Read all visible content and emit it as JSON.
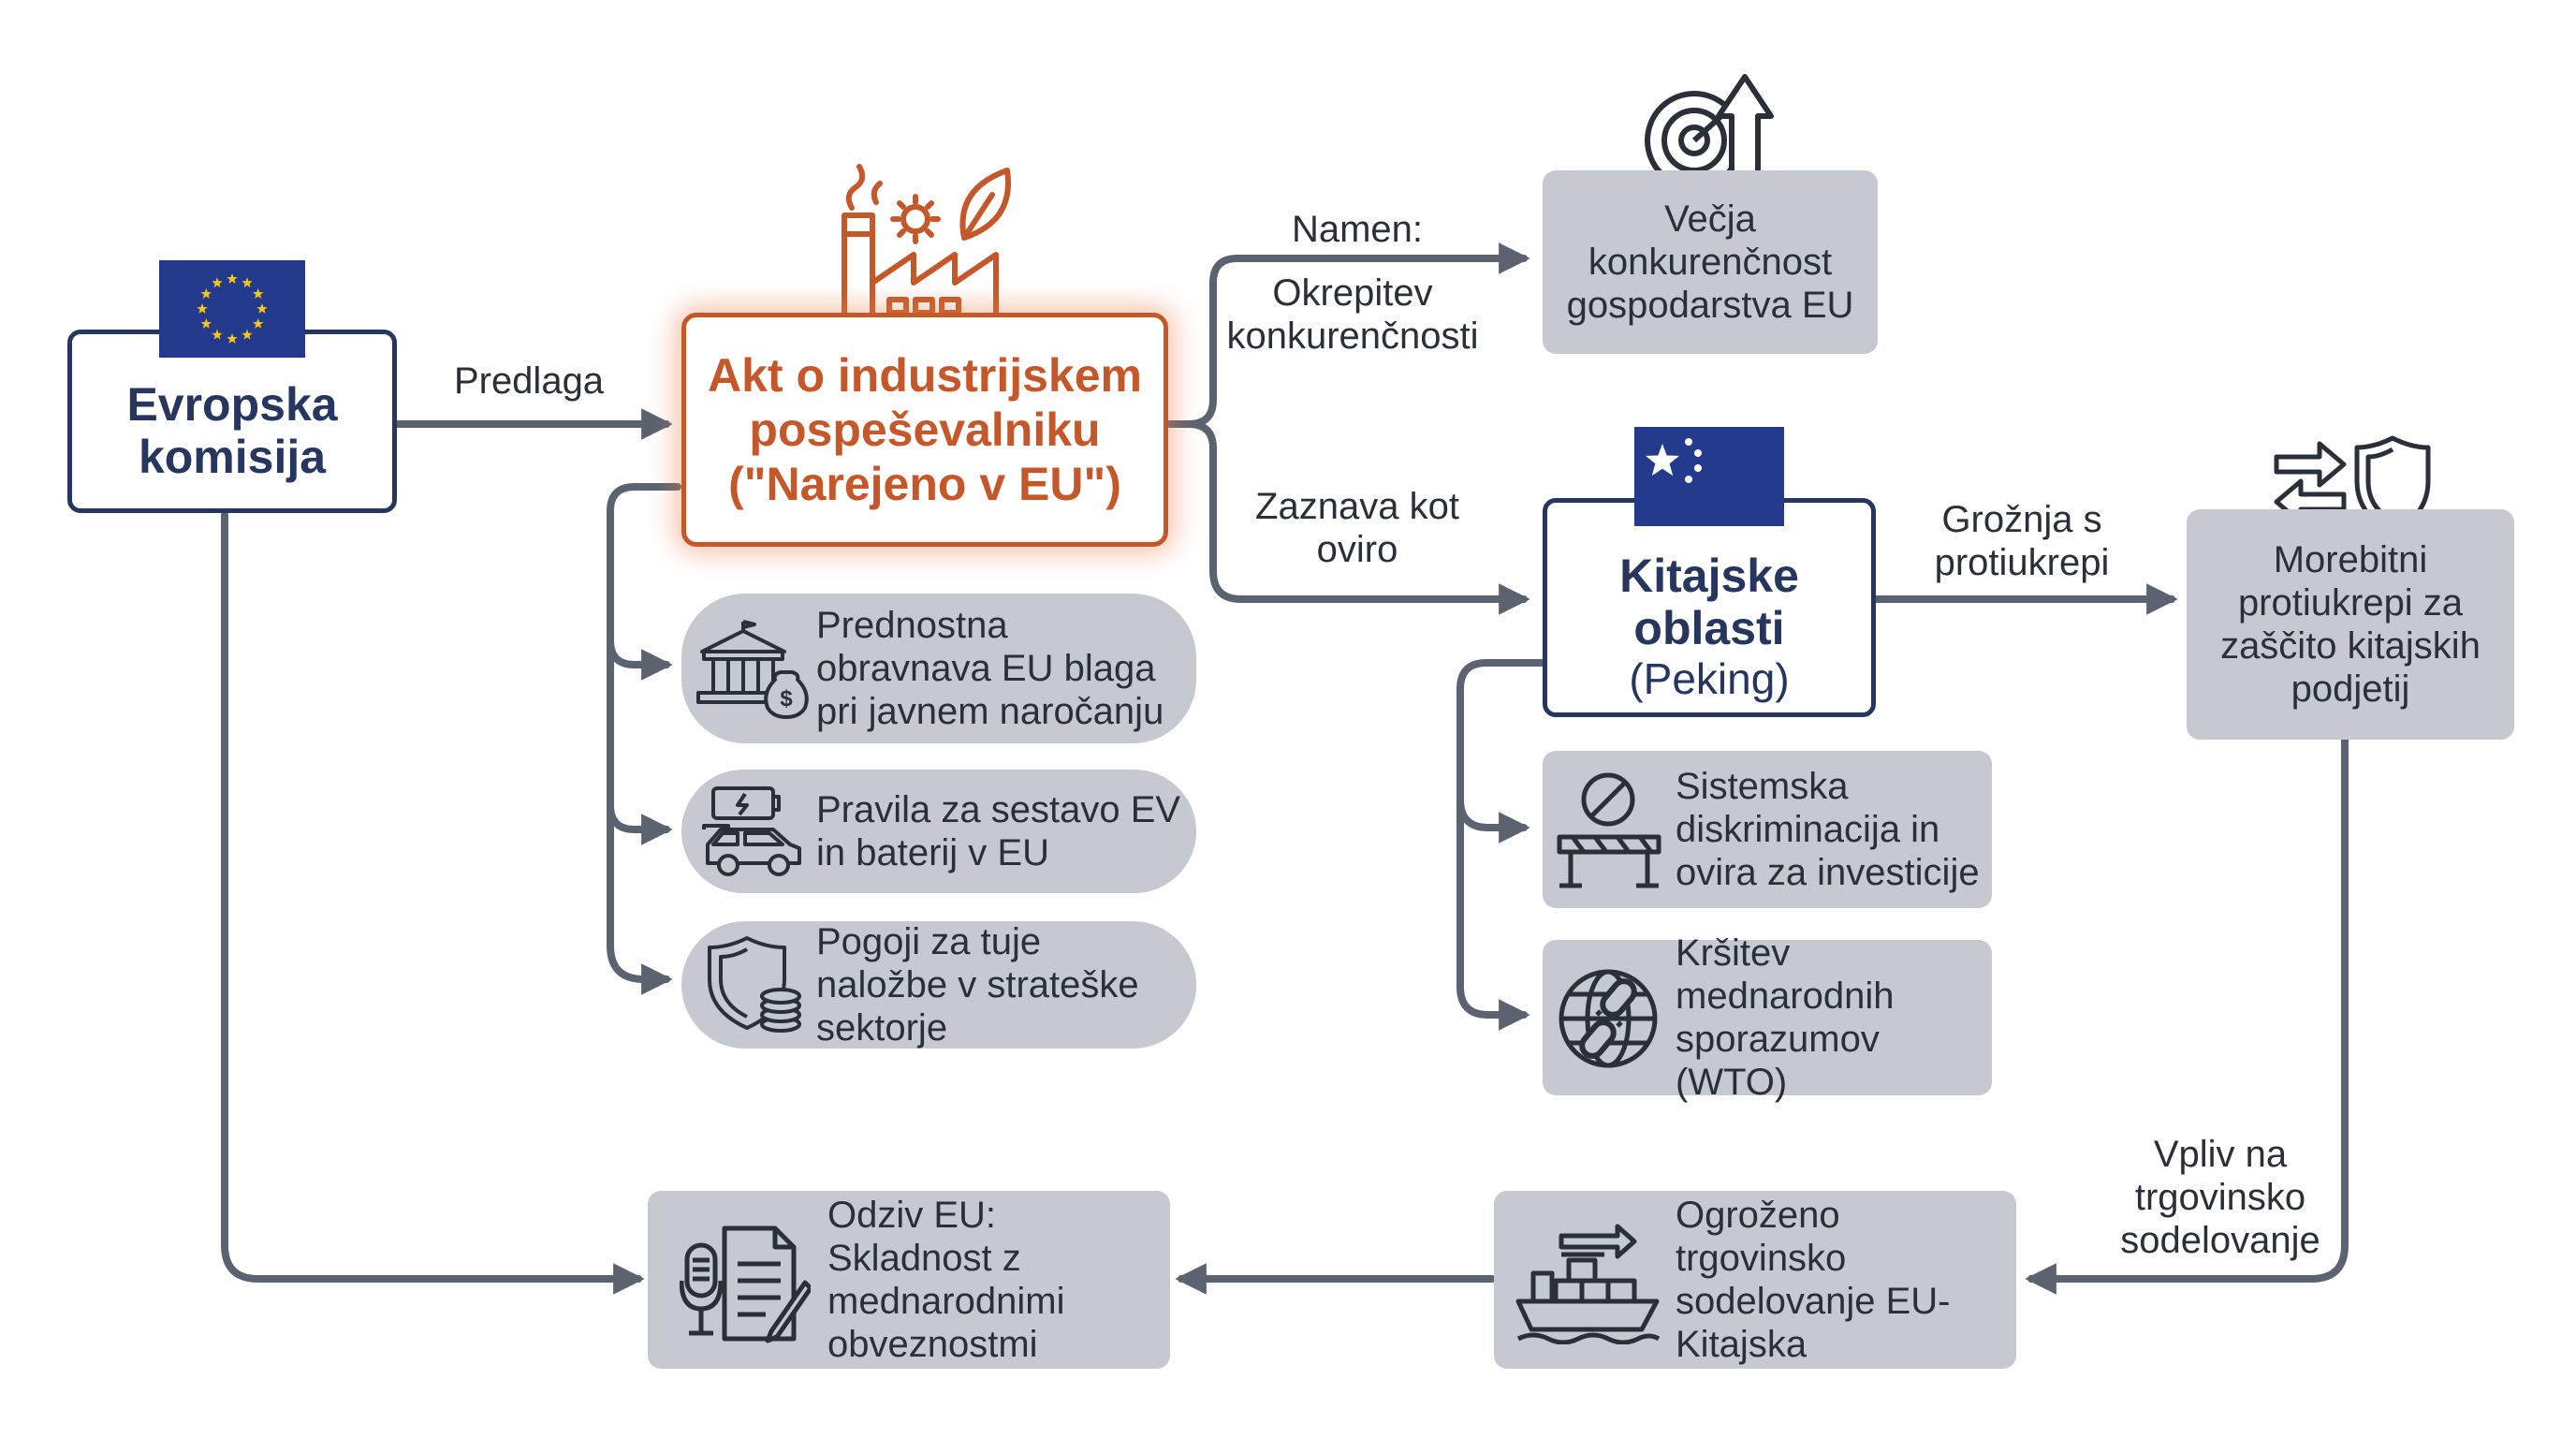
{
  "nodes": {
    "commission": {
      "title": "Evropska komisija"
    },
    "act": {
      "title": "Akt o industrijskem pospeševalniku (\"Narejeno v EU\")"
    },
    "item1": {
      "text": "Prednostna obravnava EU blaga pri javnem naročanju"
    },
    "item2": {
      "text": "Pravila za sestavo EV in baterij v EU"
    },
    "item3": {
      "text": "Pogoji za tuje naložbe v strateške sektorje"
    },
    "competitiveness": {
      "text": "Večja konkurenčnost gospodarstva EU"
    },
    "china": {
      "title": "Kitajske oblasti",
      "sub": "(Peking)"
    },
    "discrimination": {
      "text": "Sistemska diskriminacija in ovira za investicije"
    },
    "wto": {
      "text": "Kršitev mednarodnih sporazumov (WTO)"
    },
    "countermeasures": {
      "text": "Morebitni protiukrepi za zaščito kitajskih podjetij"
    },
    "trade": {
      "text": "Ogroženo trgovinsko sodelovanje EU-Kitajska"
    },
    "response": {
      "text": "Odziv EU: Skladnost z mednarodnimi obveznostmi"
    }
  },
  "edge_labels": {
    "proposes": "Predlaga",
    "purpose_head": "Namen:",
    "purpose_body": "Okrepitev konkurenčnosti",
    "perceives": "Zaznava kot oviro",
    "threat": "Grožnja s protiukrepi",
    "impact": "Vpliv na trgovinsko sodelovanje"
  },
  "icons": {
    "commission": "eu-flag-icon",
    "act": "factory-gear-leaf-icon",
    "item1": "government-building-money-icon",
    "item2": "ev-battery-car-icon",
    "item3": "shield-coins-icon",
    "competitiveness": "target-arrow-up-icon",
    "china": "china-flag-icon",
    "discrimination": "barrier-no-entry-icon",
    "wto": "globe-broken-chain-icon",
    "countermeasures": "arrows-shield-icon",
    "trade": "cargo-ship-icon",
    "response": "microphone-document-icon"
  },
  "colors": {
    "navy": "#27365e",
    "orange": "#c5582a",
    "grey_fill": "#c7c9d0",
    "connector": "#5b6270",
    "eu_flag": "#243a8c",
    "eu_stars": "#f5c518",
    "china_flag": "#243a8c",
    "china_stars": "#ffffff"
  }
}
